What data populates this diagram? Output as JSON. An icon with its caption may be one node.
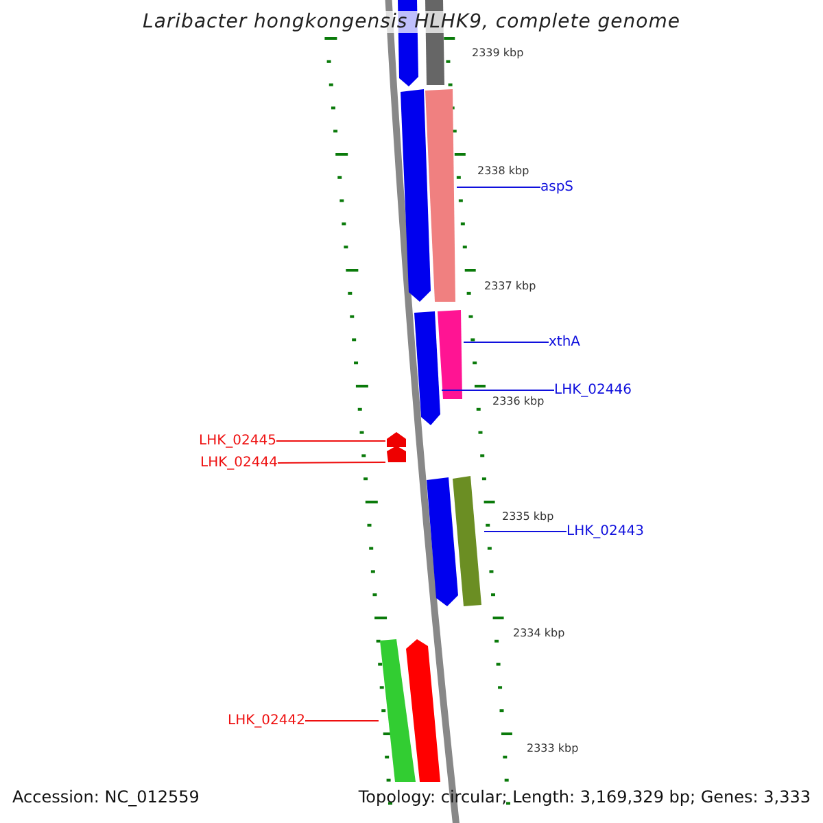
{
  "diagram": {
    "title": "Laribacter hongkongensis HLHK9, complete genome",
    "nodes": [
      {
        "text": [
          "aspS"
        ]
      },
      {
        "text": [
          "xthA"
        ]
      },
      {
        "text": [
          "LHK_02446"
        ]
      },
      {
        "text": [
          "LHK_02445"
        ]
      },
      {
        "text": [
          "LHK_02444"
        ]
      },
      {
        "text": [
          "LHK_02443"
        ]
      },
      {
        "text": [
          "LHK_02442"
        ]
      },
      {
        "text": [],
        "shape": "bar"
      },
      {
        "text": [],
        "shape": "bar"
      },
      {
        "text": [],
        "shape": "bar"
      },
      {
        "text": [],
        "shape": "bar"
      },
      {
        "text": [],
        "shape": "bar"
      },
      {
        "text": [],
        "shape": "bar"
      },
      {
        "text": [],
        "shape": "bar"
      },
      {
        "text": [],
        "shape": "bar"
      },
      {
        "text": [],
        "shape": "bar"
      },
      {
        "text": [],
        "shape": "bar"
      },
      {
        "text": [],
        "shape": "bar"
      },
      {
        "text": [],
        "shape": "bar"
      }
    ],
    "edges": [
      {
        "from": 0,
        "to": 7,
        "arrow": "none"
      },
      {
        "from": 1,
        "to": 8,
        "arrow": "none"
      },
      {
        "from": 2,
        "to": 9,
        "arrow": "none"
      },
      {
        "from": 3,
        "to": 10,
        "arrow": "none",
        "color": "#ee1010"
      },
      {
        "from": 4,
        "to": 11,
        "arrow": "none",
        "color": "#ee1010"
      },
      {
        "from": 5,
        "to": 12,
        "arrow": "none"
      },
      {
        "from": 6,
        "to": 13,
        "arrow": "none",
        "color": "#ee1010"
      }
    ],
    "labels": [
      "2339 kbp",
      "2338 kbp",
      "2337 kbp",
      "2336 kbp",
      "2335 kbp",
      "2334 kbp",
      "2333 kbp",
      "Accession: NC_012559",
      "Topology: circular; Length: 3,169,329 bp; Genes: 3,333"
    ]
  }
}
